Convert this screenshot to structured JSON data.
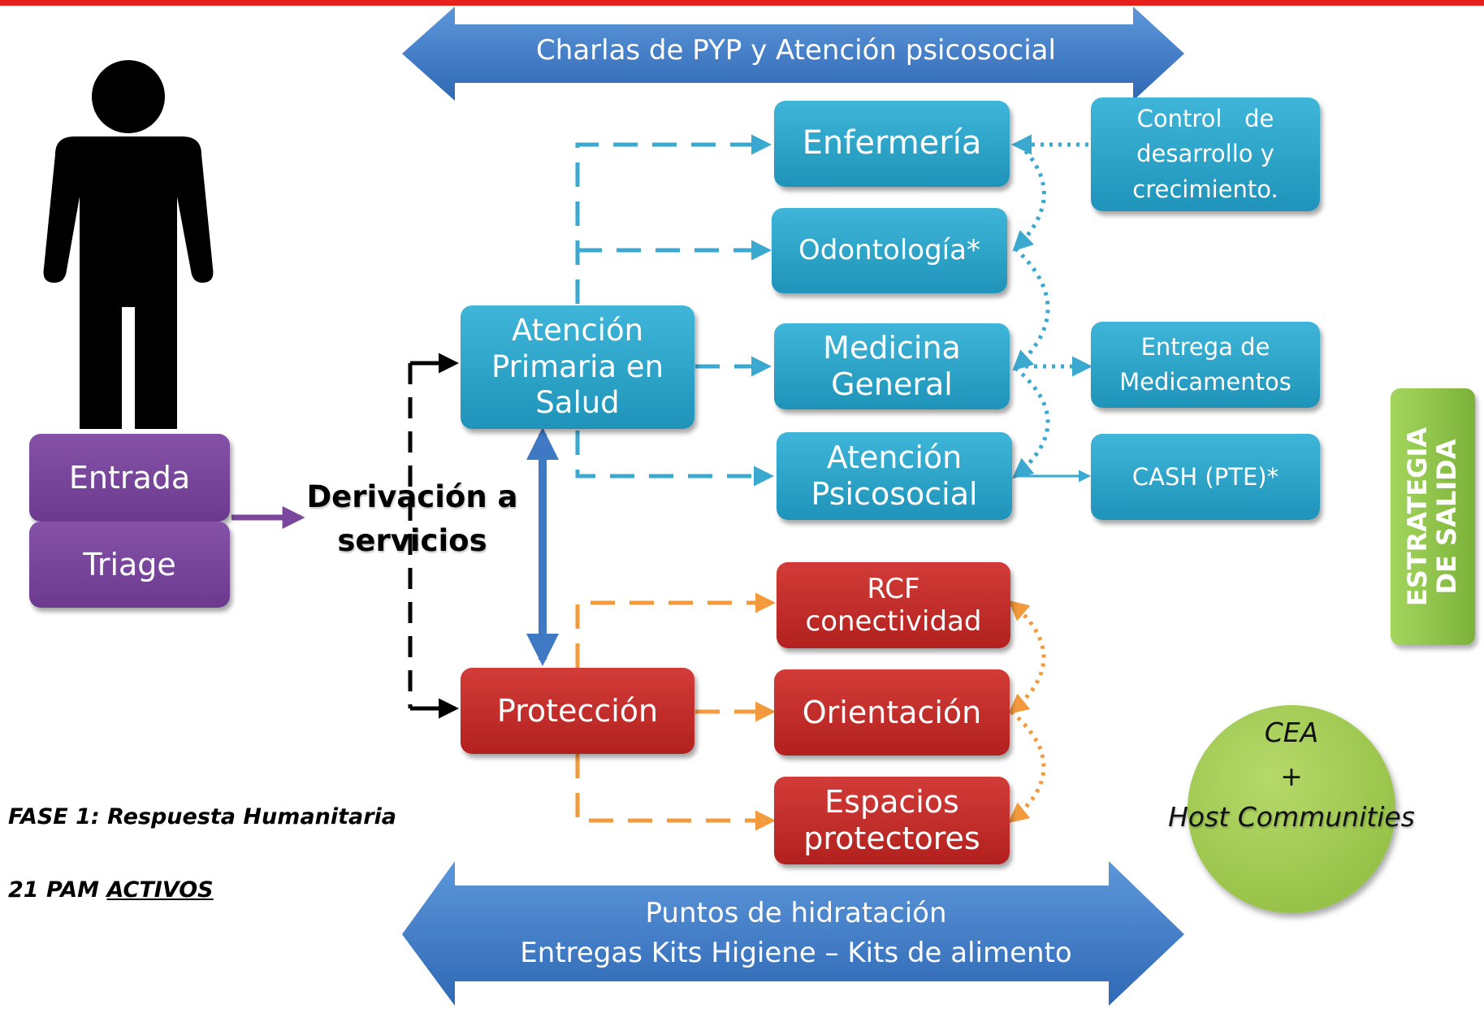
{
  "top_banner": {
    "text": "Charlas de PYP y Atención psicosocial"
  },
  "bottom_banner": {
    "line1": "Puntos de hidratación",
    "line2": "Entregas Kits Higiene – Kits de alimento"
  },
  "entry": {
    "entrada": "Entrada",
    "triage": "Triage"
  },
  "derivation": {
    "line1": "Derivación a",
    "line2": "servicios"
  },
  "primary_care": {
    "line1": "Atención",
    "line2": "Primaria en",
    "line3": "Salud"
  },
  "protection": {
    "label": "Protección"
  },
  "services": {
    "enfermeria": "Enfermería",
    "odontologia": "Odontología*",
    "medicina_line1": "Medicina",
    "medicina_line2": "General",
    "psico_line1": "Atención",
    "psico_line2": "Psicosocial"
  },
  "protection_services": {
    "rcf_line1": "RCF",
    "rcf_line2": "conectividad",
    "orientacion": "Orientación",
    "espacios_line1": "Espacios",
    "espacios_line2": "protectores"
  },
  "outcomes": {
    "control_line1": "Control   de",
    "control_line2": "desarrollo y",
    "control_line3": "crecimiento.",
    "entrega_line1": "Entrega de",
    "entrega_line2": "Medicamentos",
    "cash": "CASH (PTE)*"
  },
  "exit_strategy": {
    "line1": "ESTRATEGIA",
    "line2": "DE SALIDA"
  },
  "cea": {
    "line1": "CEA",
    "line2": "+",
    "line3": "Host Communities"
  },
  "phase": {
    "text": "FASE 1: Respuesta Humanitaria"
  },
  "pam": {
    "prefix": "21 PAM ",
    "underlined": "ACTIVOS"
  },
  "colors": {
    "header_line": "#e8201c",
    "banner_blue": "#3b78c4",
    "service_blue": "#2aa5cc",
    "protection_red": "#c4302c",
    "entry_purple": "#7a479c",
    "orange_connector": "#f39a3d",
    "exit_green": "#8cc34a"
  }
}
